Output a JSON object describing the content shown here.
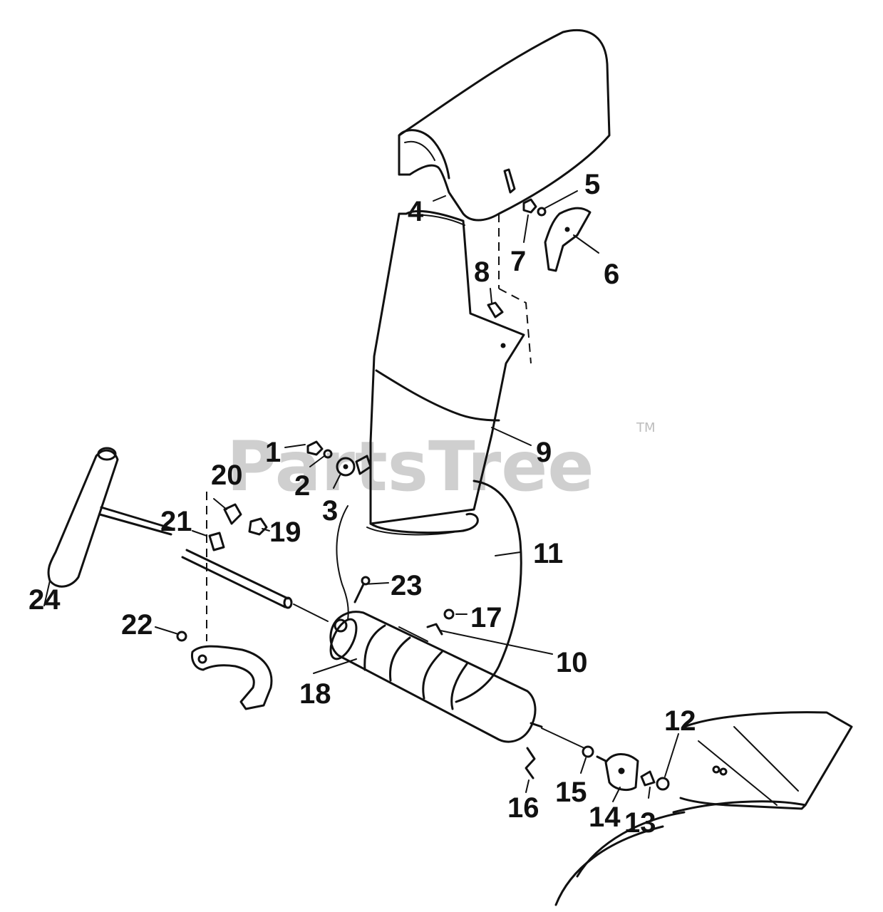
{
  "watermark": {
    "text": "PartsTree",
    "trademark": "TM"
  },
  "callouts": {
    "c1": "1",
    "c2": "2",
    "c3": "3",
    "c4": "4",
    "c5": "5",
    "c6": "6",
    "c7": "7",
    "c8": "8",
    "c9": "9",
    "c10": "10",
    "c11": "11",
    "c12": "12",
    "c13": "13",
    "c14": "14",
    "c15": "15",
    "c16": "16",
    "c17": "17",
    "c18": "18",
    "c19": "19",
    "c20": "20",
    "c21": "21",
    "c22": "22",
    "c23": "23",
    "c24": "24"
  },
  "colors": {
    "ink": "#111111",
    "watermark": "#cfcfcf"
  }
}
